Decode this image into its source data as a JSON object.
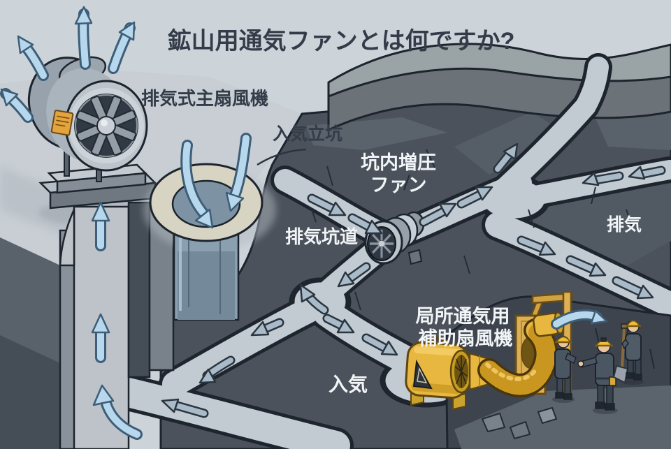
{
  "title": "鉱山用通気ファンとは何ですか?",
  "labels": {
    "main_fan": "排気式主扇風機",
    "intake_shaft": "入気立坑",
    "booster_fan_line1": "坑内増圧",
    "booster_fan_line2": "ファン",
    "exhaust_tunnel": "排気坑道",
    "exhaust": "排気",
    "aux_fan_line1": "局所通気用",
    "aux_fan_line2": "補助扇風機",
    "intake": "入気"
  },
  "scene": {
    "style": "isometric cartoon cutaway of a mine ventilation system",
    "elements": [
      {
        "name": "main-exhaust-fan",
        "description": "large axial main exhaust fan on a stand above the upcast shaft, air arrows blowing out upward"
      },
      {
        "name": "intake-shaft-opening",
        "description": "downcast shaft collar with two blue arrows of fresh air flowing down"
      },
      {
        "name": "exhaust-shaft",
        "description": "vertical shaft with upward blue arrows leading to the main fan"
      },
      {
        "name": "booster-fan",
        "description": "small inline booster fan inside the exhaust tunnel"
      },
      {
        "name": "auxiliary-fan",
        "description": "yellow local-ventilation auxiliary fan with corrugated duct hose through a timber frame"
      },
      {
        "name": "miners",
        "description": "three miners with yellow helmets working at the face, one holding a shovel",
        "count": 3
      },
      {
        "name": "airflow-arrows",
        "description": "blue arrows showing intake and exhaust airflow through tunnels"
      }
    ]
  },
  "colors": {
    "background": "#ccd3d9",
    "rock_dark": "#4b525b",
    "rock_mid": "#5a626b",
    "tunnel_floor": "#c2cbd2",
    "arrow_blue": "#b7d8ec",
    "arrow_outline": "#3d5d78",
    "fan_metal": "#bcc5cb",
    "aux_fan_yellow": "#e8b73f",
    "wood_frame": "#dcb055",
    "helmet_yellow": "#eebd3a",
    "label_plate_orange": "#e3a33d",
    "text_dark": "#333c48",
    "text_light": "#f2f5f7"
  }
}
